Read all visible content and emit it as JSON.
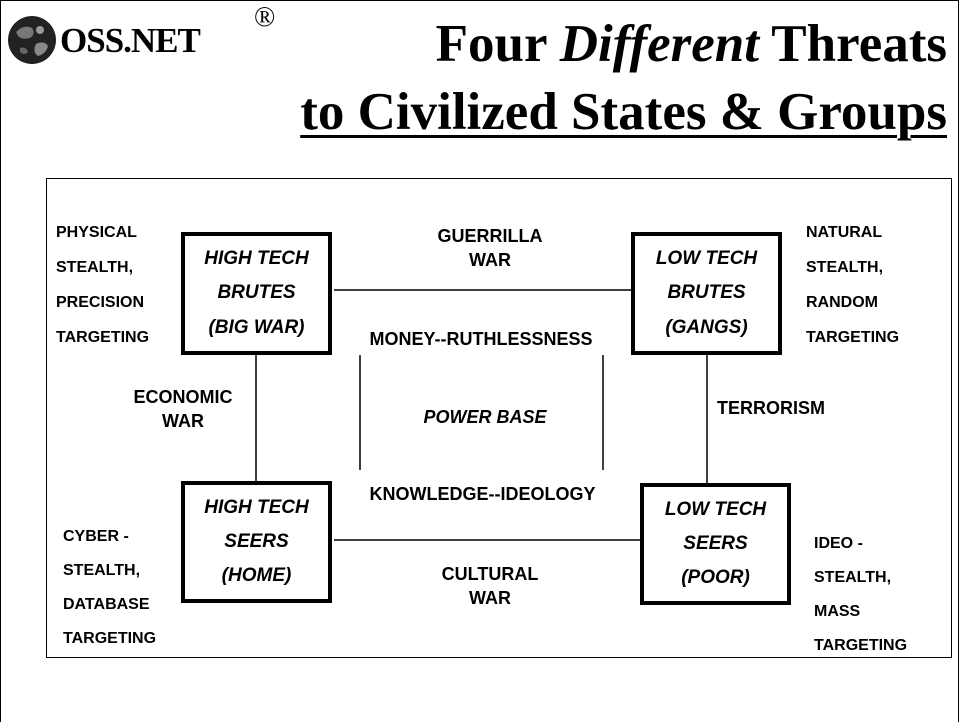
{
  "header": {
    "logo_text": "OSS.NET",
    "logo_reg": "®",
    "title_line1_pre": "Four",
    "title_line1_em": "Different",
    "title_line1_post": "Threats",
    "title_line2": "to Civilized States & Groups"
  },
  "nodes": {
    "high_tech_brutes": [
      "HIGH TECH",
      "BRUTES",
      "(BIG WAR)"
    ],
    "low_tech_brutes": [
      "LOW TECH",
      "BRUTES",
      "(GANGS)"
    ],
    "high_tech_seers": [
      "HIGH TECH",
      "SEERS",
      "(HOME)"
    ],
    "low_tech_seers": [
      "LOW TECH",
      "SEERS",
      "(POOR)"
    ]
  },
  "corner_labels": {
    "top_left": [
      "PHYSICAL",
      "STEALTH,",
      "PRECISION",
      "TARGETING"
    ],
    "top_right": [
      "NATURAL",
      "STEALTH,",
      "RANDOM",
      "TARGETING"
    ],
    "bottom_left": [
      "CYBER -",
      "STEALTH,",
      "DATABASE",
      "TARGETING"
    ],
    "bottom_right": [
      "IDEO -",
      "STEALTH,",
      "MASS",
      "TARGETING"
    ]
  },
  "edge_labels": {
    "top": [
      "GUERRILLA",
      "WAR"
    ],
    "bottom": [
      "CULTURAL",
      "WAR"
    ],
    "left": [
      "ECONOMIC",
      "WAR"
    ],
    "right": "TERRORISM"
  },
  "center_labels": {
    "top": "MONEY--RUTHLESSNESS",
    "middle": "POWER BASE",
    "bottom": "KNOWLEDGE--IDEOLOGY"
  }
}
